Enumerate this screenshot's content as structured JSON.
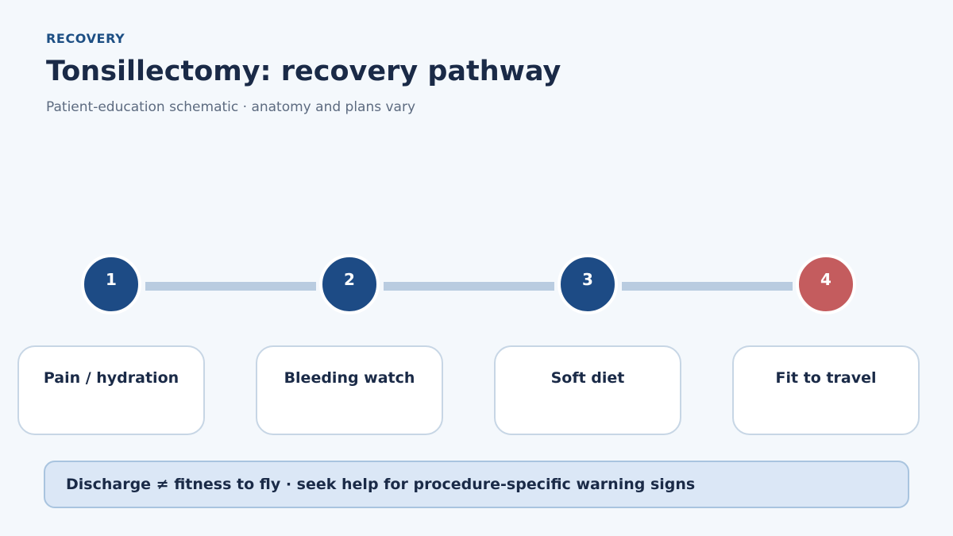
{
  "header": {
    "eyebrow": "RECOVERY",
    "title": "Tonsillectomy: recovery pathway",
    "subtitle": "Patient-education schematic · anatomy and plans vary"
  },
  "steps": [
    {
      "number": "1",
      "label": "Pain / hydration"
    },
    {
      "number": "2",
      "label": "Bleeding watch"
    },
    {
      "number": "3",
      "label": "Soft diet"
    },
    {
      "number": "4",
      "label": "Fit to travel"
    }
  ],
  "colors": {
    "step_primary": "#1d4b85",
    "step_final": "#c45c5e",
    "connector": "#b9cce0"
  },
  "note": {
    "text": "Discharge ≠ fitness to fly · seek help for procedure-specific warning signs"
  }
}
